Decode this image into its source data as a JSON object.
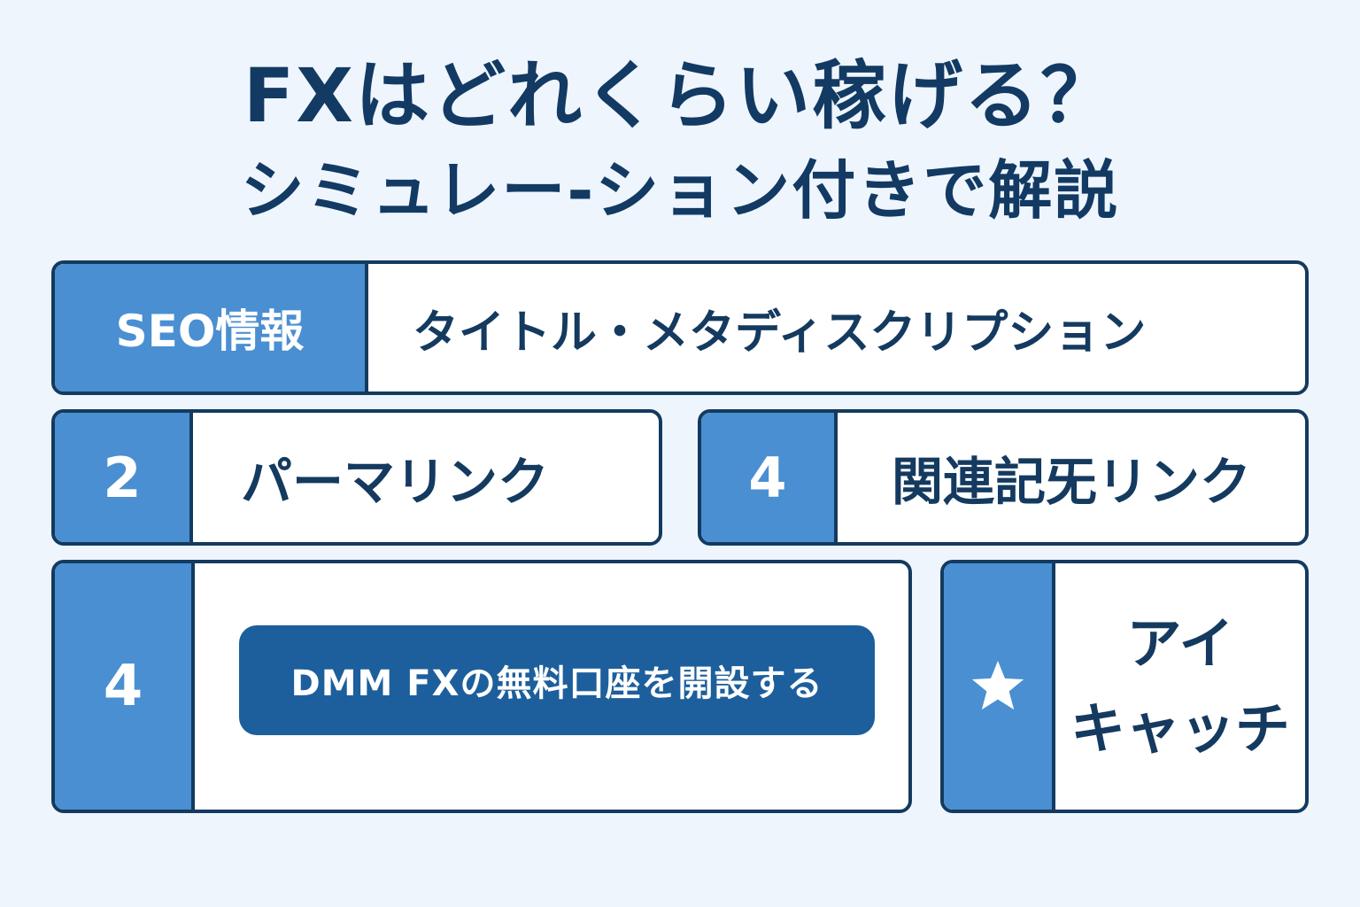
{
  "title": {
    "line1": "FXはどれくらい稼げる？",
    "line2": "シミュレー-ション付きで解説"
  },
  "cards": {
    "seo": {
      "side_label": "SEO情報",
      "text": "タイトル・メタディスクリプション"
    },
    "permalink": {
      "side_label": "2",
      "text": "パーマリンク"
    },
    "related": {
      "side_label": "4",
      "text": "関連記旡リンク"
    },
    "cta": {
      "side_label": "4",
      "button_label": "DMM FXの無料口座を開設する"
    },
    "eyecatch": {
      "side_icon": "star-icon",
      "text_line1": "アイ",
      "text_line2": "キャッチ"
    }
  },
  "colors": {
    "background": "#eef5fd",
    "title": "#123a63",
    "accent": "#4a8fd1",
    "border": "#143a5f",
    "button": "#1d5f9c"
  }
}
